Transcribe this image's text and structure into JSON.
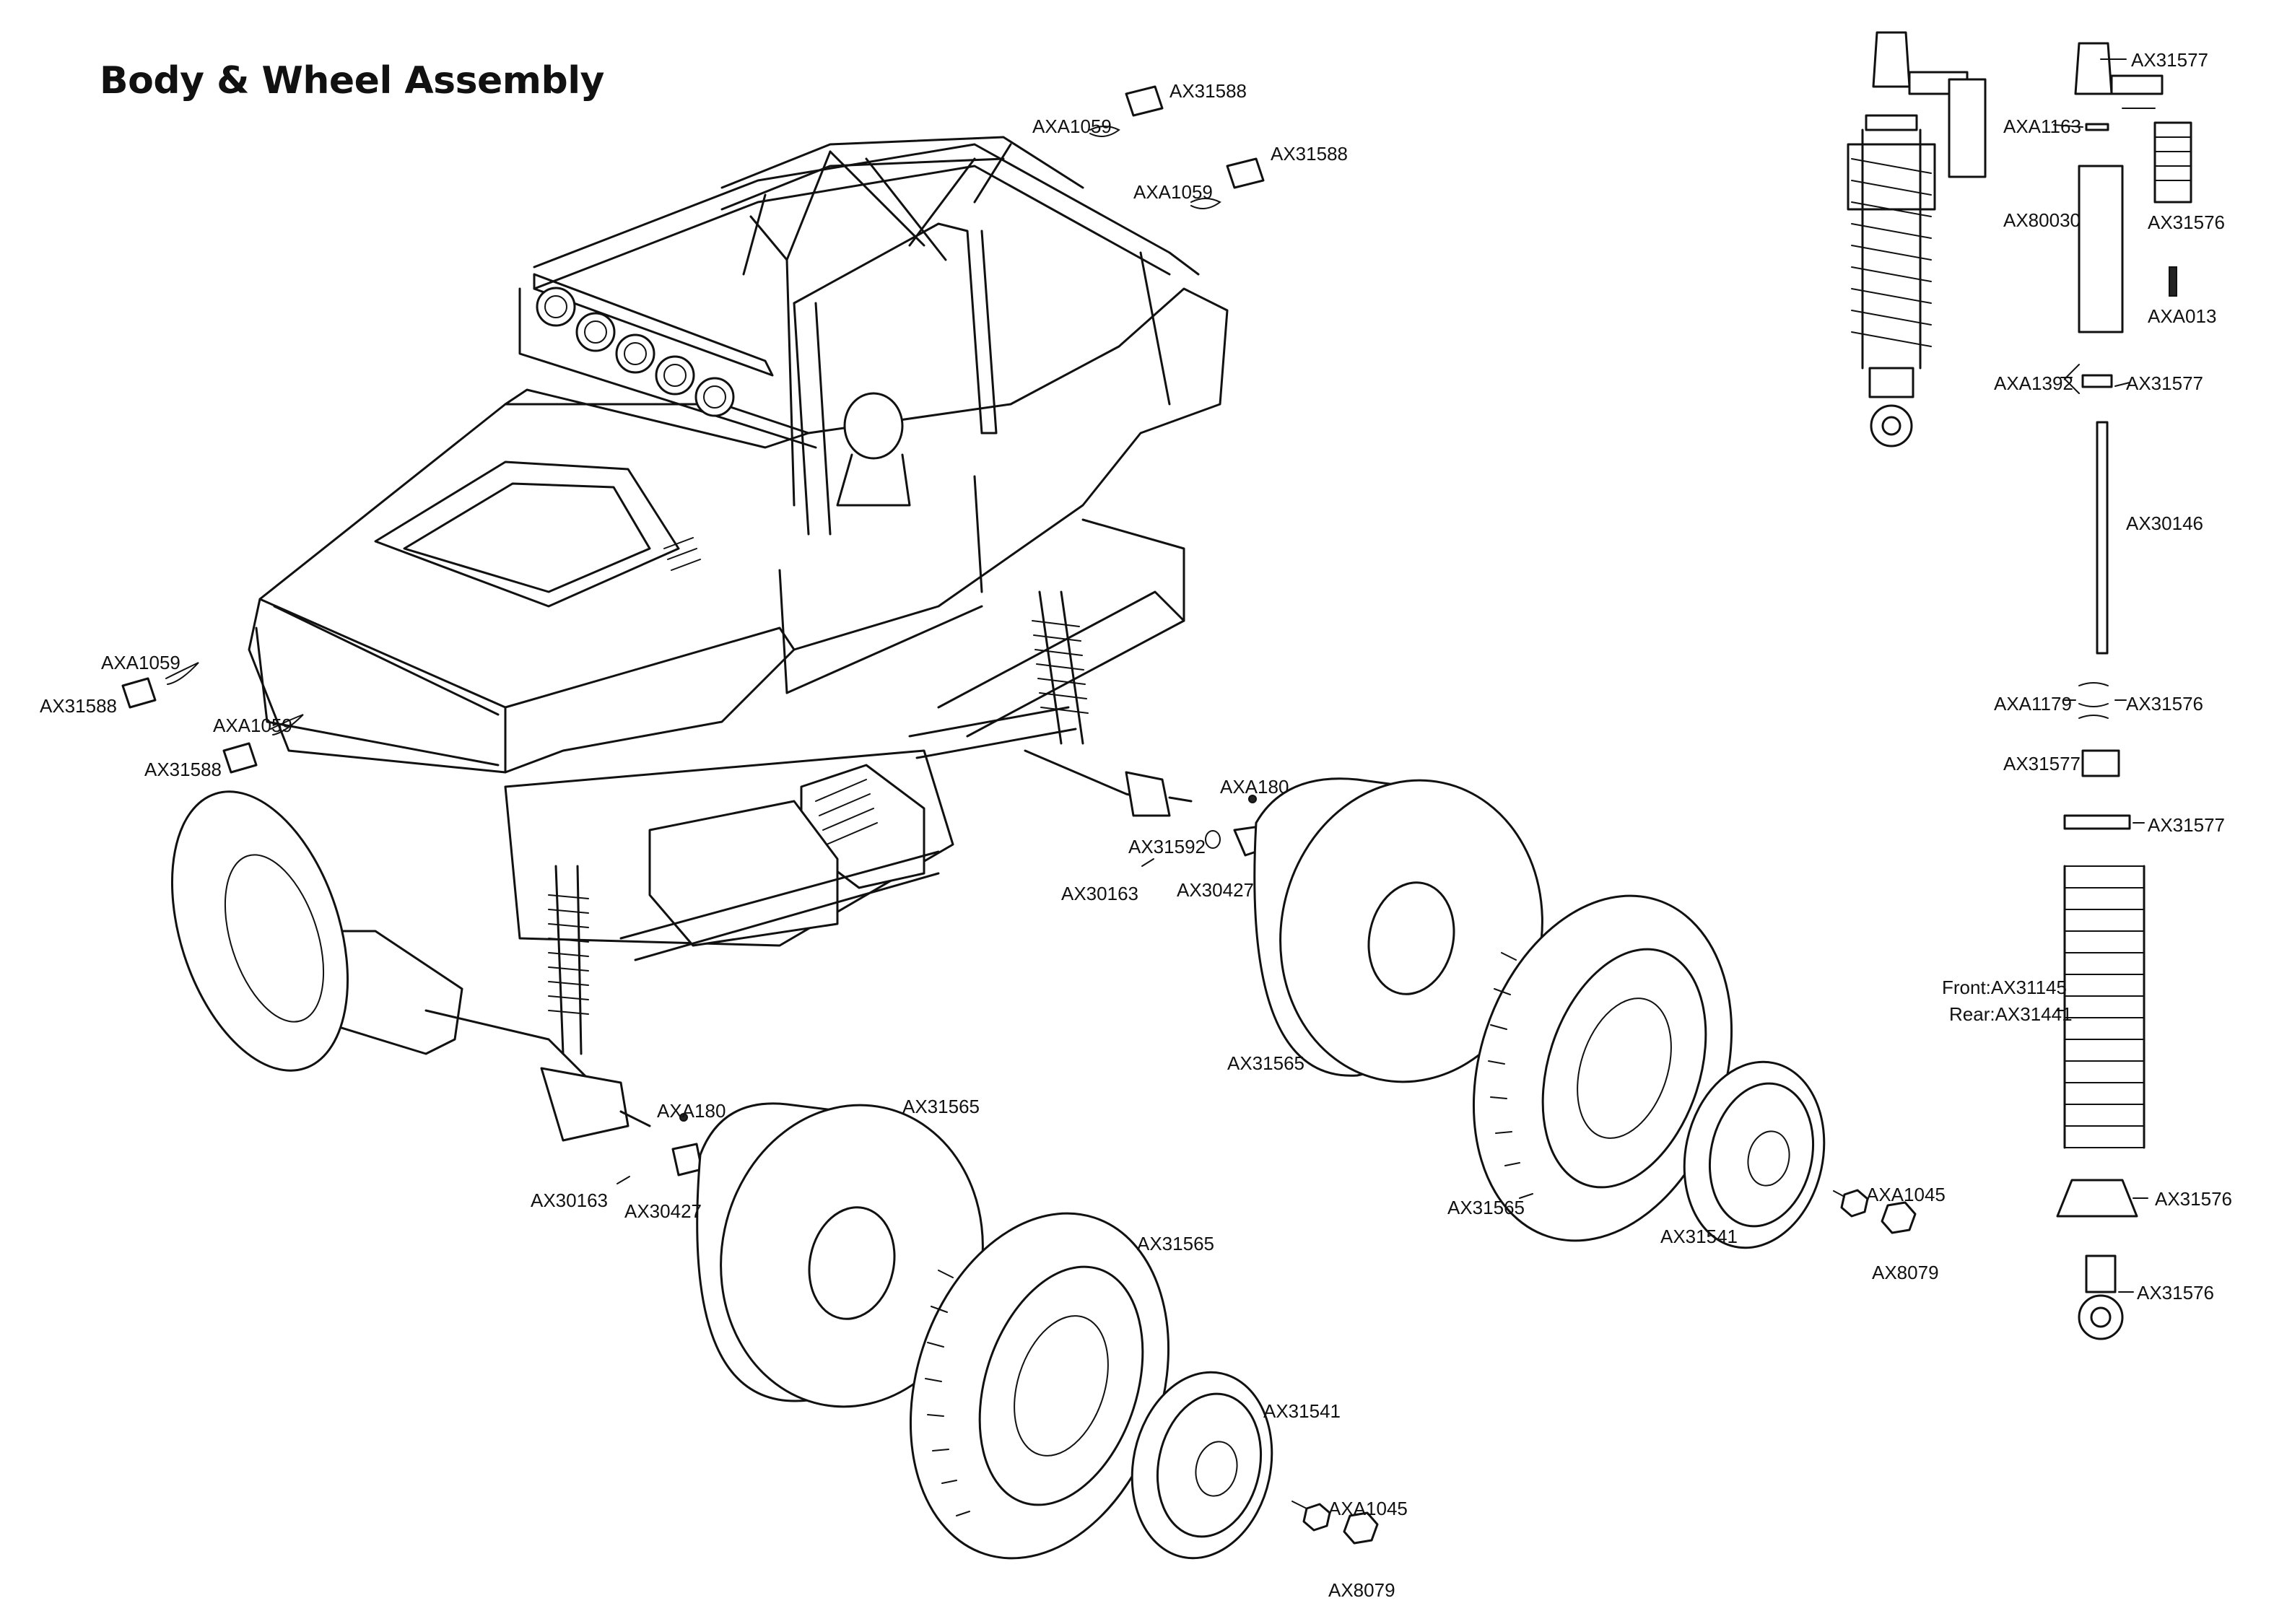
{
  "title": "Body & Wheel Assembly",
  "labels": {
    "ax31588_a": "AX31588",
    "axa1059_a": "AXA1059",
    "ax31588_b": "AX31588",
    "axa1059_b": "AXA1059",
    "axa1059_c": "AXA1059",
    "ax31588_c": "AX31588",
    "axa1059_d": "AXA1059",
    "ax31588_d": "AX31588",
    "axa180_a": "AXA180",
    "ax31592": "AX31592",
    "ax30163_a": "AX30163",
    "ax30427_a": "AX30427",
    "ax31565_a": "AX31565",
    "axa180_b": "AXA180",
    "ax31565_b": "AX31565",
    "ax30163_b": "AX30163",
    "ax30427_b": "AX30427",
    "ax31565_c": "AX31565",
    "ax31565_d": "AX31565",
    "ax31541_a": "AX31541",
    "axa1045_a": "AXA1045",
    "ax8079_a": "AX8079",
    "ax31541_b": "AX31541",
    "axa1045_b": "AXA1045",
    "ax8079_b": "AX8079",
    "s_ax31577_a": "AX31577",
    "s_axa1163": "AXA1163",
    "s_ax80030": "AX80030",
    "s_ax31576_a": "AX31576",
    "s_axa013": "AXA013",
    "s_axa1392": "AXA1392",
    "s_ax31577_b": "AX31577",
    "s_ax30146": "AX30146",
    "s_axa1179": "AXA1179",
    "s_ax31576_b": "AX31576",
    "s_ax31577_c": "AX31577",
    "s_ax31577_d": "AX31577",
    "s_front": "Front:AX31145",
    "s_rear": "Rear:AX31441",
    "s_ax31576_c": "AX31576",
    "s_ax31576_d": "AX31576"
  }
}
